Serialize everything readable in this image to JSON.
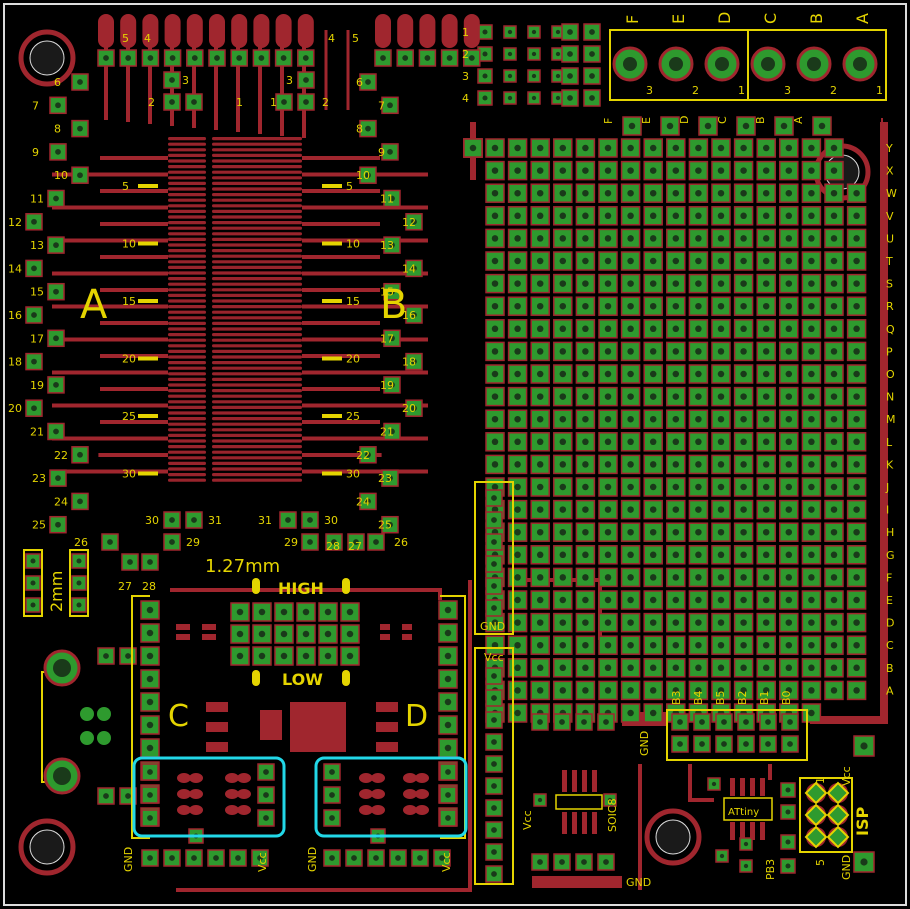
{
  "colors": {
    "background": "#000000",
    "copper": "#a0262e",
    "pad": "#2e9a2e",
    "pad_hole": "#1a3a1a",
    "silk": "#e4d400",
    "highlight": "#22d8e8",
    "white_text": "#ffffff"
  },
  "connector_top": {
    "letters": [
      "F",
      "E",
      "D",
      "C",
      "B",
      "A"
    ],
    "pins_left": [
      "3",
      "2",
      "1"
    ],
    "pins_right": [
      "3",
      "2",
      "1"
    ]
  },
  "proto_header_letters": [
    "F",
    "E",
    "D",
    "C",
    "B",
    "A"
  ],
  "row_numbers_top": [
    "1",
    "2",
    "3",
    "4"
  ],
  "right_side_letters": [
    "Y",
    "X",
    "W",
    "V",
    "U",
    "T",
    "S",
    "R",
    "Q",
    "P",
    "O",
    "N",
    "M",
    "L",
    "K",
    "J",
    "I",
    "H",
    "G",
    "F",
    "E",
    "D",
    "C",
    "B",
    "A"
  ],
  "section_labels": {
    "a": "A",
    "b": "B",
    "c": "C",
    "d": "D",
    "pitch": "1.27mm",
    "high": "HIGH",
    "low": "LOW",
    "two_mm": "2mm",
    "gnd": "GND",
    "vcc": "Vcc",
    "soic8": "SOIC8",
    "isp": "ISP",
    "attiny": "ATtiny",
    "pb3": "PB3"
  },
  "pin_numbers_left": [
    "6",
    "7",
    "8",
    "9",
    "10",
    "11",
    "12",
    "13",
    "14",
    "15",
    "16",
    "17",
    "18",
    "19",
    "20",
    "21",
    "22",
    "23",
    "24",
    "25"
  ],
  "pin_numbers_top_left": [
    "5",
    "4",
    "3",
    "2",
    "1"
  ],
  "pin_numbers_bottom": [
    "26",
    "27",
    "28",
    "29",
    "30",
    "31"
  ],
  "mid_marks": [
    "5",
    "10",
    "15",
    "20",
    "25",
    "30"
  ],
  "b_header_labels": [
    "B3",
    "B4",
    "B5",
    "B2",
    "B1",
    "B0"
  ],
  "isp_pins": [
    "1",
    "5"
  ]
}
